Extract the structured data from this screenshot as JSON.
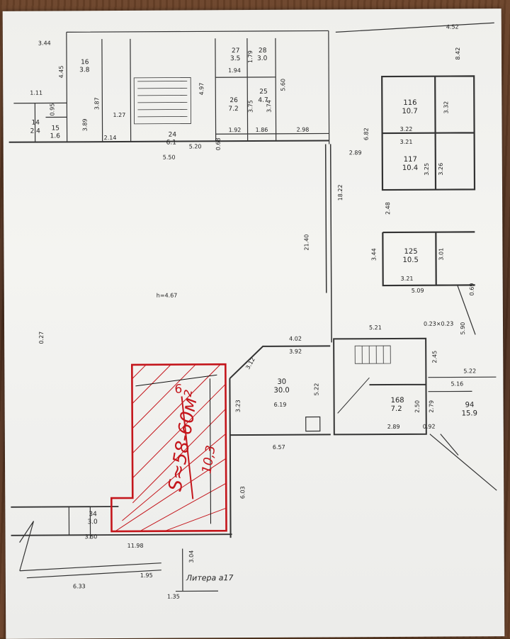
{
  "plan": {
    "area_note": "S≈58-60м²",
    "width_note": "6",
    "length_note": "10,3",
    "litera_label": "Литера а17",
    "height_label": "h=4.67"
  },
  "rooms": [
    {
      "num": "16",
      "area": "3.8"
    },
    {
      "num": "14",
      "area": "2.4"
    },
    {
      "num": "15",
      "area": "1.6"
    },
    {
      "num": "24",
      "area": "6.1"
    },
    {
      "num": "27",
      "area": "3.5"
    },
    {
      "num": "28",
      "area": "3.0"
    },
    {
      "num": "26",
      "area": "7.2"
    },
    {
      "num": "25",
      "area": "4.7"
    },
    {
      "num": "116",
      "area": "10.7"
    },
    {
      "num": "117",
      "area": "10.4"
    },
    {
      "num": "125",
      "area": "10.5"
    },
    {
      "num": "30",
      "area": "30.0"
    },
    {
      "num": "168",
      "area": "7.2"
    },
    {
      "num": "94",
      "area": "15.9"
    },
    {
      "num": "34",
      "area": "3.0"
    }
  ],
  "dimensions": [
    "4.52",
    "8.42",
    "3.44",
    "4.45",
    "1.11",
    "0.95",
    "3.89",
    "2.14",
    "1.27",
    "3.87",
    "4.97",
    "1.94",
    "1.79",
    "3.75",
    "3.74",
    "5.60",
    "1.92",
    "1.86",
    "2.98",
    "5.20",
    "5.50",
    "0.68",
    "6.82",
    "3.32",
    "3.22",
    "3.21",
    "3.25",
    "3.26",
    "2.89",
    "18.22",
    "21.40",
    "2.48",
    "3.44",
    "3.01",
    "3.21",
    "5.09",
    "0.69",
    "4.02",
    "3.92",
    "5.21",
    "0.23×0.23",
    "5.90",
    "2.45",
    "5.22",
    "5.16",
    "3.23",
    "3.12",
    "6.19",
    "5.22",
    "2.50",
    "2.79",
    "2.89",
    "0.92",
    "6.57",
    "6.03",
    "11.98",
    "3.04",
    "1.95",
    "6.33",
    "1.35",
    "0.27",
    "3.50"
  ]
}
